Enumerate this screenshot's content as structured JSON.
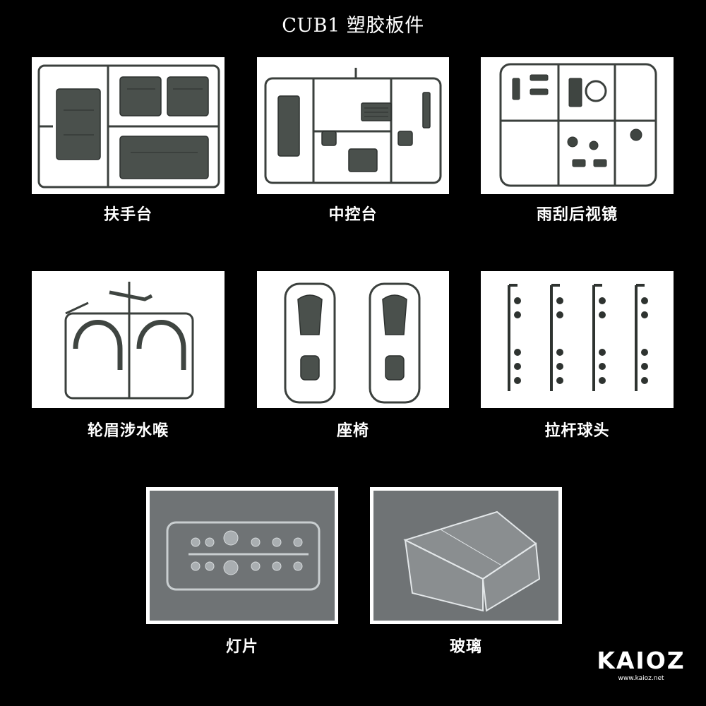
{
  "title": "CUB1 塑胶板件",
  "panels": [
    {
      "caption": "扶手台"
    },
    {
      "caption": "中控台"
    },
    {
      "caption": "雨刮后视镜"
    },
    {
      "caption": "轮眉涉水喉"
    },
    {
      "caption": "座椅"
    },
    {
      "caption": "拉杆球头"
    },
    {
      "caption": "灯片"
    },
    {
      "caption": "玻璃"
    }
  ],
  "logo": {
    "text": "KAIOZ",
    "url": "www.kaioz.net"
  },
  "colors": {
    "background": "#000000",
    "plastic_grey": "#3f4541",
    "clear_parts": "#c9ced0"
  }
}
